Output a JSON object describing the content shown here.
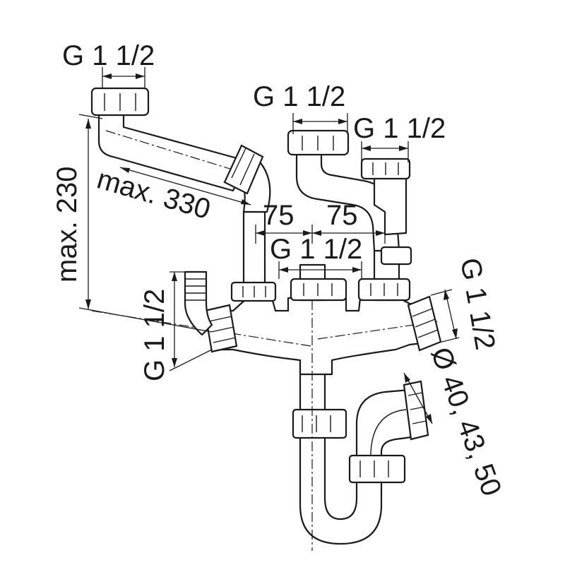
{
  "labels": {
    "thread_top_left": "G 1 1/2",
    "thread_top_middle": "G 1 1/2",
    "thread_top_right": "G 1 1/2",
    "max_height": "max. 230",
    "max_length": "max. 330",
    "spacing_left": "75",
    "spacing_right": "75",
    "thread_center": "G 1 1/2",
    "thread_hose": "G 1 1/2",
    "thread_side_right": "G 1 1/2",
    "outlet_diameters": "Ø 40, 43, 50"
  },
  "colors": {
    "line": "#1a1a1a",
    "background": "#ffffff"
  }
}
